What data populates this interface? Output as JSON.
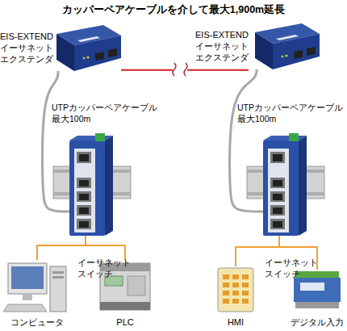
{
  "diagram": {
    "title": "カッパーペアケーブルを介して最大1,900m延長",
    "nodes": [
      {
        "text": [
          "EIS-EXTEND イーサネット エクステンダ"
        ]
      },
      {
        "text": [
          "EIS-EXTEND イーサネット エクステンダ"
        ]
      },
      {
        "text": [
          "イーサネット スイッチ"
        ]
      },
      {
        "text": [
          "イーサネット スイッチ"
        ]
      },
      {
        "text": [
          "コンピュータ"
        ]
      },
      {
        "text": [
          "PLC"
        ]
      },
      {
        "text": [
          "HMI"
        ]
      },
      {
        "text": [
          "デジタル入力"
        ]
      }
    ],
    "edges": [
      {
        "from": 0,
        "to": 1,
        "arrow": "none"
      },
      {
        "from": 0,
        "to": 2,
        "label": "UTPカッパーペアケーブル 最大100m",
        "arrow": "none"
      },
      {
        "from": 1,
        "to": 3,
        "label": "UTPカッパーペアケーブル 最大100m",
        "arrow": "none"
      },
      {
        "from": 2,
        "to": 4,
        "arrow": "none"
      },
      {
        "from": 2,
        "to": 5,
        "arrow": "none"
      },
      {
        "from": 3,
        "to": 6,
        "arrow": "none"
      },
      {
        "from": 3,
        "to": 7,
        "arrow": "none"
      }
    ]
  }
}
